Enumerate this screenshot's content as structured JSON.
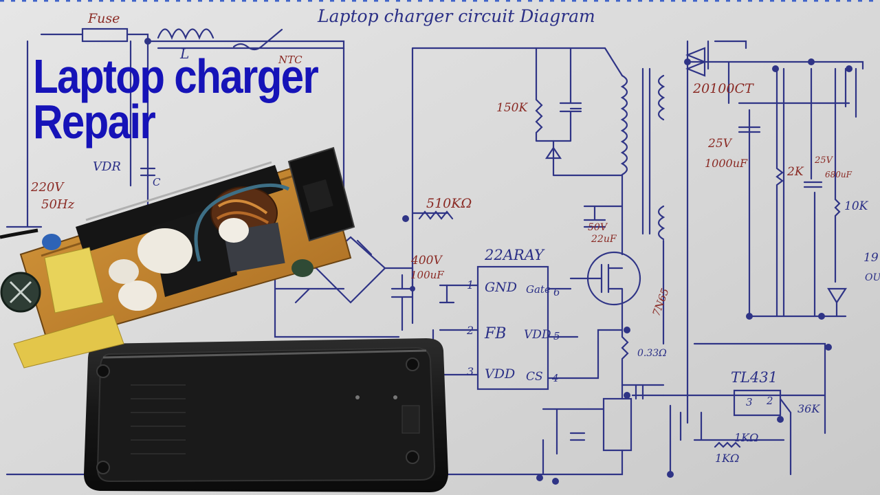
{
  "headline": {
    "line1": "Laptop charger",
    "line2": "Repair"
  },
  "diagram": {
    "title": "Laptop charger circuit Diagram",
    "labels": {
      "fuse": "Fuse",
      "inductor": "L",
      "ntc": "NTC",
      "vdr": "VDR",
      "cap_c": "C",
      "mains_voltage": "220V",
      "mains_freq": "50Hz",
      "r_150k": "150K",
      "r_510k": "510KΩ",
      "bulk_cap_v": "400V",
      "bulk_cap_c": "100uF",
      "ic_name": "22ARAY",
      "pin1": "1",
      "pin1_name": "GND",
      "pin2": "2",
      "pin2_name": "FB",
      "pin3": "3",
      "pin3_name": "VDD",
      "pin4": "4",
      "pin4_name": "CS",
      "pin5": "5",
      "pin5_name": "VDD",
      "pin6": "6",
      "pin6_name": "Gate",
      "aux_cap_v": "50V",
      "aux_cap_c": "22uF",
      "mosfet": "7N65",
      "r_sense": "0.33Ω",
      "diode": "20100CT",
      "out_cap_v": "25V",
      "out_cap_c": "1000uF",
      "r_2k": "2K",
      "cap2_v": "25V",
      "cap2_c": "680uF",
      "r_10k": "10K",
      "out_voltage": "19",
      "out_label": "OU",
      "tl431": "TL431",
      "tl_pin3": "3",
      "tl_pin2": "2",
      "r_36k": "36K",
      "r_1k_a": "1KΩ",
      "r_1k_b": "1KΩ"
    }
  },
  "colors": {
    "headline": "#1613b8",
    "ink": "#2a2f86",
    "paper": "#dcdcdc",
    "pcb": "#c98a2e",
    "case": "#1c1c1c"
  }
}
